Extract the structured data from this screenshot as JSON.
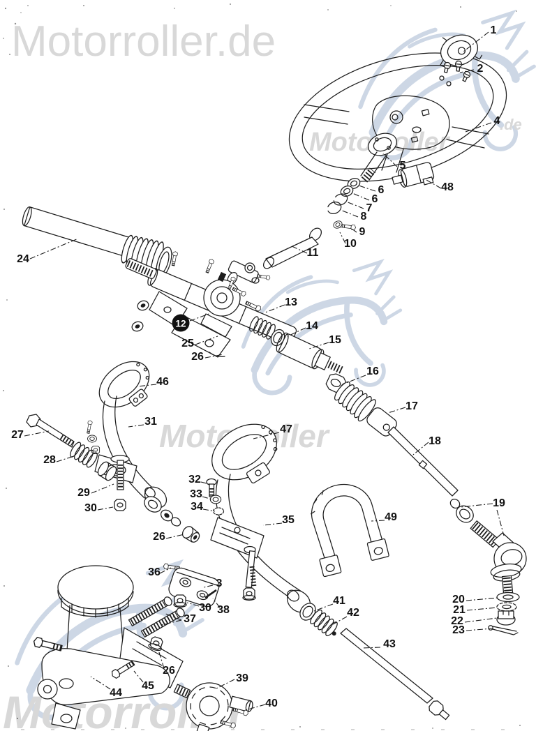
{
  "watermark": {
    "brand_top": "Motorroller.de",
    "brand_wheel": "Motorroller",
    "brand_wheel_suffix": ".de",
    "brand_middle": "Motorroller",
    "brand_bottom": "Motorroller",
    "text_color": "#d8d8d8",
    "logo_color": "#cdd7e5"
  },
  "diagram": {
    "kind": "exploded-parts-diagram",
    "line_color": "#1c1c1c",
    "badge": {
      "text": "12",
      "bg": "#111111",
      "fg": "#ffffff"
    },
    "labels": [
      "1",
      "2",
      "4",
      "5",
      "48",
      "6",
      "6",
      "7",
      "8",
      "9",
      "10",
      "11",
      "24",
      "13",
      "12",
      "14",
      "15",
      "25",
      "26",
      "46",
      "16",
      "17",
      "18",
      "31",
      "27",
      "47",
      "28",
      "29",
      "32",
      "33",
      "34",
      "30",
      "19",
      "35",
      "49",
      "26",
      "36",
      "3",
      "20",
      "21",
      "30",
      "38",
      "22",
      "23",
      "37",
      "41",
      "42",
      "43",
      "26",
      "44",
      "45",
      "39",
      "40"
    ]
  }
}
